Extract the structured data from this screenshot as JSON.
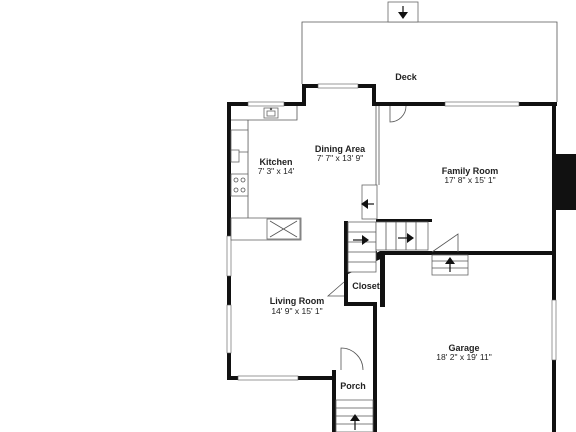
{
  "rooms": {
    "deck": {
      "name": "Deck"
    },
    "dining": {
      "name": "Dining Area",
      "dims": "7' 7\" x 13' 9\""
    },
    "kitchen": {
      "name": "Kitchen",
      "dims": "7' 3\" x 14'"
    },
    "family_room": {
      "name": "Family Room",
      "dims": "17' 8\" x 15' 1\""
    },
    "closet": {
      "name": "Closet"
    },
    "living_room": {
      "name": "Living Room",
      "dims": "14' 9\" x 15' 1\""
    },
    "garage": {
      "name": "Garage",
      "dims": "18' 2\" x 19' 11\""
    },
    "porch": {
      "name": "Porch"
    }
  },
  "icons": [
    "arrow-down-icon",
    "arrow-up-icon",
    "arrow-right-icon",
    "arrow-left-icon",
    "sink-icon",
    "stove-icon"
  ],
  "colors": {
    "wall": "#111111",
    "line": "#555555",
    "background": "#ffffff"
  }
}
